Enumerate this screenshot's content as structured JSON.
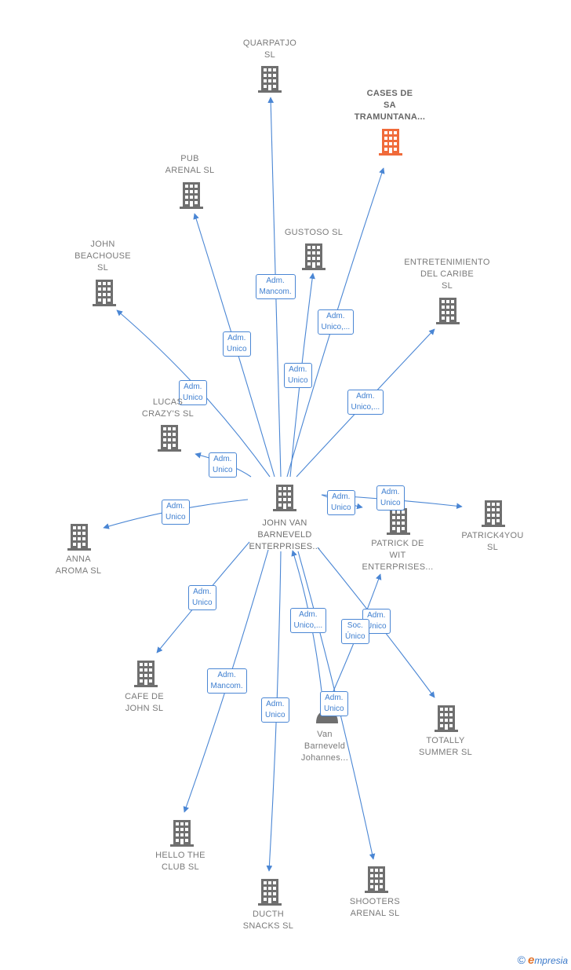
{
  "colors": {
    "edge": "#4a86d4",
    "node": "#6f6f6f",
    "highlight": "#f06a3a"
  },
  "center": {
    "id": "center",
    "label": "JOHN VAN\nBARNEVELD\nENTERPRISES..."
  },
  "nodes": [
    {
      "id": "quarpatjo",
      "label": "QUARPATJO\nSL",
      "icon": "building-icon"
    },
    {
      "id": "cases",
      "label": "CASES DE\nSA\nTRAMUNTANA...",
      "icon": "building-icon",
      "highlight": true
    },
    {
      "id": "pub",
      "label": "PUB\nARENAL SL",
      "icon": "building-icon"
    },
    {
      "id": "gustoso",
      "label": "GUSTOSO SL",
      "icon": "building-icon"
    },
    {
      "id": "john_beach",
      "label": "JOHN\nBEACHOUSE\nSL",
      "icon": "building-icon"
    },
    {
      "id": "entret",
      "label": "ENTRETENIMIENTO\nDEL CARIBE\nSL",
      "icon": "building-icon"
    },
    {
      "id": "lucas",
      "label": "LUCAS\nCRAZY'S SL",
      "icon": "building-icon"
    },
    {
      "id": "anna",
      "label": "ANNA\nAROMA SL",
      "icon": "building-icon"
    },
    {
      "id": "patrick_wit",
      "label": "PATRICK DE\nWIT\nENTERPRISES...",
      "icon": "building-icon"
    },
    {
      "id": "patrick4you",
      "label": "PATRICK4YOU\nSL",
      "icon": "building-icon"
    },
    {
      "id": "cafe",
      "label": "CAFE DE\nJOHN SL",
      "icon": "building-icon"
    },
    {
      "id": "totally",
      "label": "TOTALLY\nSUMMER SL",
      "icon": "building-icon"
    },
    {
      "id": "person",
      "label": "Van\nBarneveld\nJohannes...",
      "icon": "person-icon"
    },
    {
      "id": "hello",
      "label": "HELLO THE\nCLUB SL",
      "icon": "building-icon"
    },
    {
      "id": "ducth",
      "label": "DUCTH\nSNACKS SL",
      "icon": "building-icon"
    },
    {
      "id": "shooters",
      "label": "SHOOTERS\nARENAL SL",
      "icon": "building-icon"
    }
  ],
  "edges": [
    {
      "from": "center",
      "to": "quarpatjo",
      "label": "Adm.\nMancom."
    },
    {
      "from": "center",
      "to": "cases",
      "label": "Adm.\nUnico,..."
    },
    {
      "from": "center",
      "to": "pub",
      "label": "Adm.\nUnico"
    },
    {
      "from": "center",
      "to": "gustoso",
      "label": "Adm.\nUnico"
    },
    {
      "from": "center",
      "to": "john_beach",
      "label": "Adm.\nUnico"
    },
    {
      "from": "center",
      "to": "entret",
      "label": "Adm.\nUnico,..."
    },
    {
      "from": "center",
      "to": "lucas",
      "label": "Adm.\nUnico"
    },
    {
      "from": "center",
      "to": "anna",
      "label": "Adm.\nUnico"
    },
    {
      "from": "center",
      "to": "patrick_wit",
      "label": "Adm.\nUnico"
    },
    {
      "from": "center",
      "to": "patrick4you",
      "label": "Adm.\nUnico"
    },
    {
      "from": "center",
      "to": "cafe",
      "label": "Adm.\nUnico"
    },
    {
      "from": "center",
      "to": "totally",
      "label": "Adm.\nUnico"
    },
    {
      "from": "center",
      "to": "hello",
      "label": "Adm.\nMancom."
    },
    {
      "from": "center",
      "to": "ducth",
      "label": "Adm.\nUnico"
    },
    {
      "from": "person",
      "to": "center",
      "label": "Adm.\nUnico,..."
    },
    {
      "from": "person",
      "to": "patrick_wit",
      "label": "Soc.\nÚnico"
    },
    {
      "from": "center",
      "to": "shooters",
      "label": "Adm.\nUnico"
    }
  ],
  "credit": {
    "symbol": "©",
    "brand_initial": "e",
    "brand_rest": "mpresia"
  }
}
